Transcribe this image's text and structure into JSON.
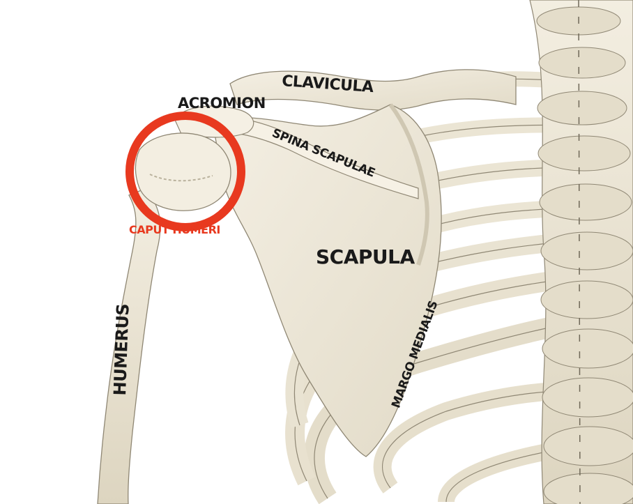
{
  "labels": {
    "acromion": "ACROMION",
    "clavicula": "CLAVICULA",
    "spina_scapulae": "SPINA SCAPULAE",
    "caput_humeri": "CAPUT HUMERI",
    "scapula": "SCAPULA",
    "margo_medialis": "MARGO MEDIALIS",
    "humerus": "HUMERUS"
  },
  "colors": {
    "bone": "#ece6d6",
    "bone_shadow": "#cfc7b2",
    "outline": "#8f8774",
    "label_text": "#1a1a1a",
    "highlight": "#e8391f",
    "background": "#ffffff"
  },
  "highlight": {
    "shape": "circle",
    "target": "caput humeri"
  }
}
